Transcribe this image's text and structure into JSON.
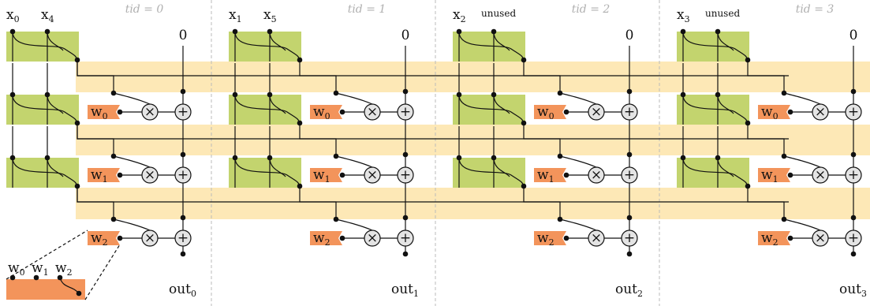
{
  "colors": {
    "green": "#c3d46e",
    "band": "#fde8b6",
    "weight": "#f3945b",
    "op_fill": "#e4e4e4",
    "divider": "#bbbbbb",
    "tid_text": "#b0b0b0"
  },
  "threads": [
    {
      "tid_label": "tid = 0",
      "in_a": {
        "base": "x",
        "sub": "0"
      },
      "in_b": {
        "base": "x",
        "sub": "4"
      },
      "zero": "0",
      "out": {
        "base": "out",
        "sub": "0"
      }
    },
    {
      "tid_label": "tid = 1",
      "in_a": {
        "base": "x",
        "sub": "1"
      },
      "in_b": {
        "base": "x",
        "sub": "5"
      },
      "zero": "0",
      "out": {
        "base": "out",
        "sub": "1"
      }
    },
    {
      "tid_label": "tid = 2",
      "in_a": {
        "base": "x",
        "sub": "2"
      },
      "in_b": {
        "base": "unused",
        "sub": ""
      },
      "zero": "0",
      "out": {
        "base": "out",
        "sub": "2"
      }
    },
    {
      "tid_label": "tid = 3",
      "in_a": {
        "base": "x",
        "sub": "3"
      },
      "in_b": {
        "base": "unused",
        "sub": ""
      },
      "zero": "0",
      "out": {
        "base": "out",
        "sub": "3"
      }
    }
  ],
  "weights": [
    {
      "base": "w",
      "sub": "0"
    },
    {
      "base": "w",
      "sub": "1"
    },
    {
      "base": "w",
      "sub": "2"
    }
  ],
  "ops": {
    "mul": "×",
    "add": "+"
  },
  "inset": {
    "labels": [
      {
        "base": "w",
        "sub": "0"
      },
      {
        "base": "w",
        "sub": "1"
      },
      {
        "base": "w",
        "sub": "2"
      }
    ]
  }
}
